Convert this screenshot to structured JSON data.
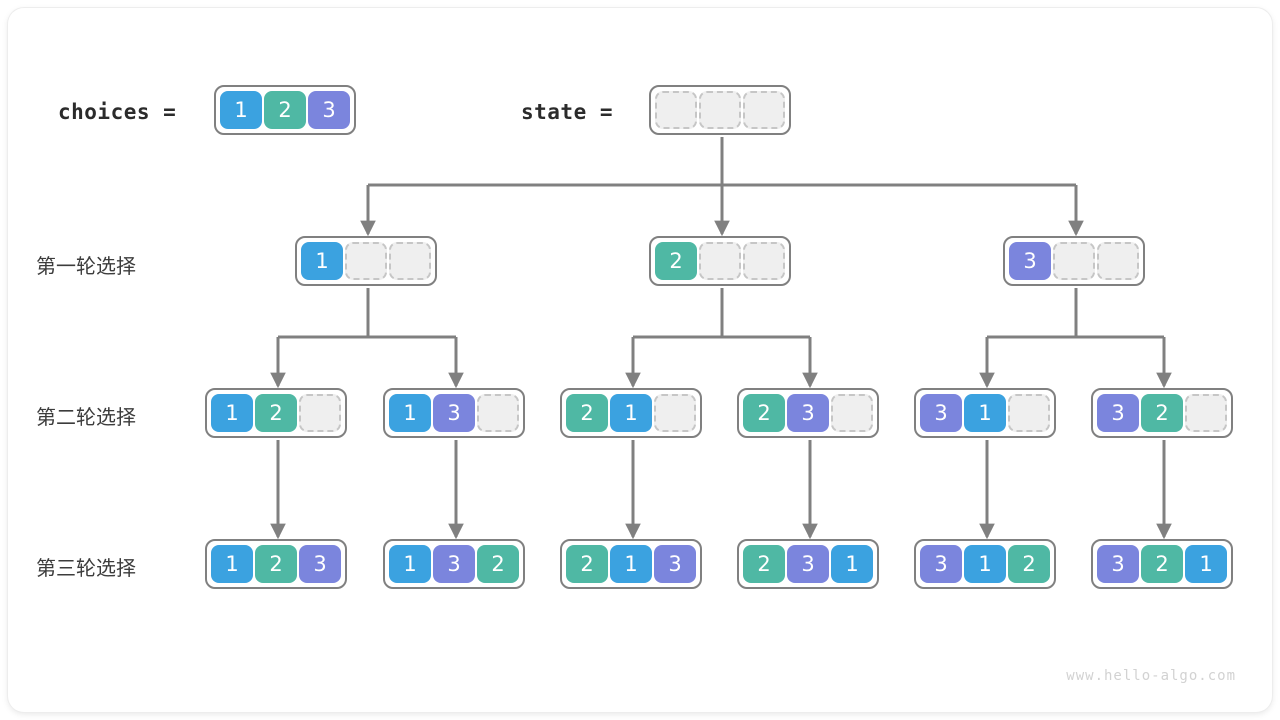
{
  "diagram": {
    "title": "permutations-backtracking-tree",
    "watermark": "www.hello-algo.com",
    "colors": {
      "value_1": "#3ba2e0",
      "value_2": "#4fb8a4",
      "value_3": "#7b85dd",
      "empty_cell": "#efefef",
      "empty_border": "#c6c6c6",
      "box_border": "#808080",
      "connector": "#808080",
      "text": "#2b2b2b"
    }
  },
  "header": {
    "choices_label": "choices  =",
    "choices_cells": [
      "1",
      "2",
      "3"
    ],
    "state_label": "state  =",
    "state_cells": [
      "",
      "",
      ""
    ]
  },
  "rows": [
    {
      "label": "第一轮选择",
      "nodes": [
        {
          "cells": [
            "1",
            "",
            ""
          ]
        },
        {
          "cells": [
            "2",
            "",
            ""
          ]
        },
        {
          "cells": [
            "3",
            "",
            ""
          ]
        }
      ]
    },
    {
      "label": "第二轮选择",
      "nodes": [
        {
          "cells": [
            "1",
            "2",
            ""
          ]
        },
        {
          "cells": [
            "1",
            "3",
            ""
          ]
        },
        {
          "cells": [
            "2",
            "1",
            ""
          ]
        },
        {
          "cells": [
            "2",
            "3",
            ""
          ]
        },
        {
          "cells": [
            "3",
            "1",
            ""
          ]
        },
        {
          "cells": [
            "3",
            "2",
            ""
          ]
        }
      ]
    },
    {
      "label": "第三轮选择",
      "nodes": [
        {
          "cells": [
            "1",
            "2",
            "3"
          ]
        },
        {
          "cells": [
            "1",
            "3",
            "2"
          ]
        },
        {
          "cells": [
            "2",
            "1",
            "3"
          ]
        },
        {
          "cells": [
            "2",
            "3",
            "1"
          ]
        },
        {
          "cells": [
            "3",
            "1",
            "2"
          ]
        },
        {
          "cells": [
            "3",
            "2",
            "1"
          ]
        }
      ]
    }
  ]
}
